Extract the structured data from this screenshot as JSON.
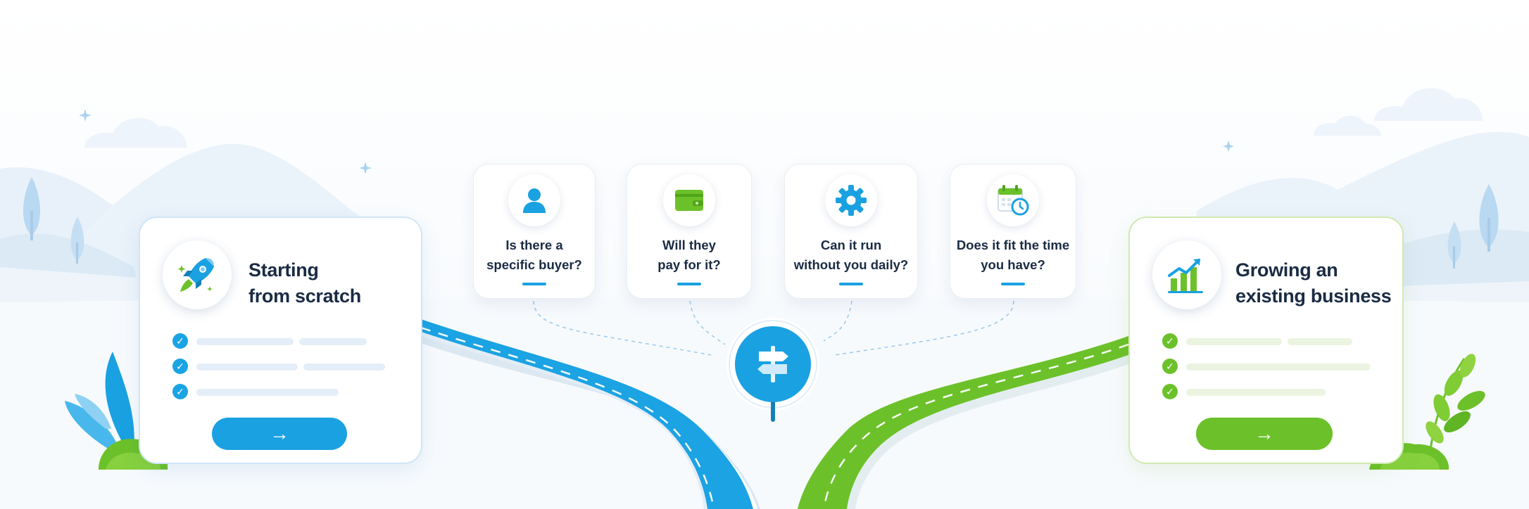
{
  "left_path": {
    "title_line1": "Starting",
    "title_line2": "from scratch",
    "icon": "rocket-icon",
    "cta_icon": "arrow-right-icon",
    "cta_glyph": "→",
    "check_glyph": "✓",
    "accent": "#1aa1e1"
  },
  "right_path": {
    "title_line1": "Growing an",
    "title_line2": "existing business",
    "icon": "growth-chart-icon",
    "cta_icon": "arrow-right-icon",
    "cta_glyph": "→",
    "check_glyph": "✓",
    "accent": "#6cc12a"
  },
  "questions": [
    {
      "line1": "Is there a",
      "line2": "specific buyer?",
      "icon": "person-icon"
    },
    {
      "line1": "Will they",
      "line2": "pay for it?",
      "icon": "wallet-icon"
    },
    {
      "line1": "Can it run",
      "line2": "without you daily?",
      "icon": "gear-icon"
    },
    {
      "line1": "Does it fit the time",
      "line2": "you have?",
      "icon": "calendar-clock-icon"
    }
  ],
  "center": {
    "icon": "signpost-icon"
  },
  "colors": {
    "blue": "#1aa1e1",
    "green": "#6cc12a",
    "text": "#1a2b44"
  }
}
